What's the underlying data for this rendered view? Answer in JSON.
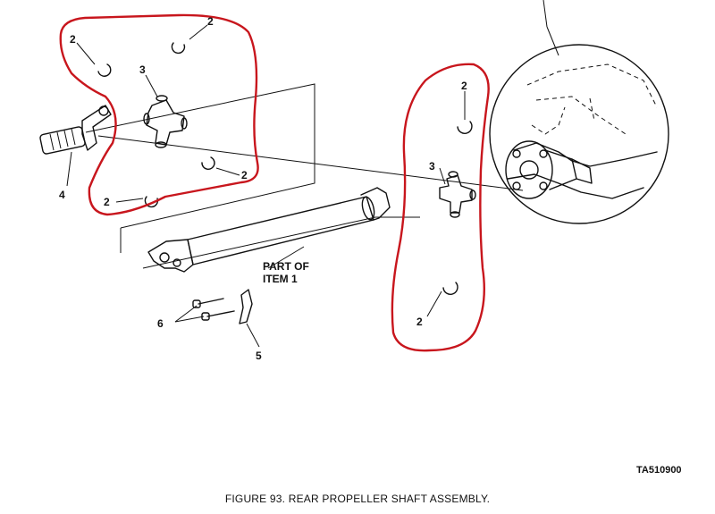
{
  "caption": "FIGURE 93. REAR PROPELLER SHAFT ASSEMBLY.",
  "figure_id": "TA510900",
  "part_label_line1": "PART OF",
  "part_label_line2": "ITEM 1",
  "callouts": {
    "c2_a": "2",
    "c2_b": "2",
    "c2_c": "2",
    "c2_d": "2",
    "c2_e": "2",
    "c2_f": "2",
    "c3_a": "3",
    "c3_b": "3",
    "c4": "4",
    "c5": "5",
    "c6": "6"
  },
  "colors": {
    "highlight": "#c8161d",
    "ink": "#111111"
  }
}
